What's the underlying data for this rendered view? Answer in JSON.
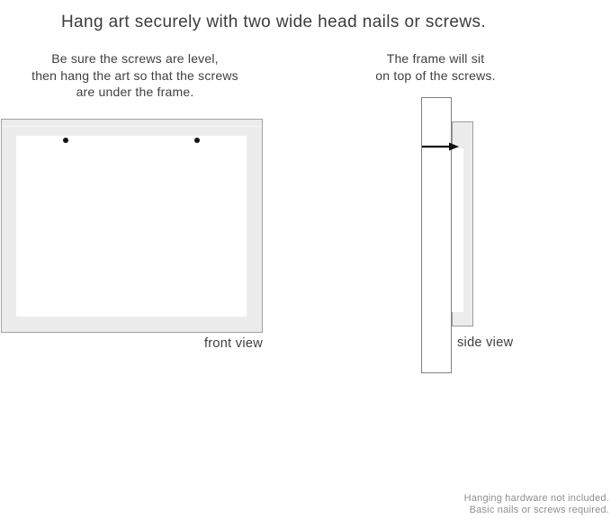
{
  "page": {
    "background": "#ffffff",
    "title": "Hang art securely with two wide head nails or screws."
  },
  "instructions": {
    "left": {
      "lines": [
        "Be sure the screws are level,",
        "then hang the art so that the screws",
        "are under the frame."
      ]
    },
    "right": {
      "lines": [
        "The frame will sit",
        "on top of the screws."
      ]
    }
  },
  "front_view": {
    "label": "front view",
    "nail_count": 2,
    "frame_fill": "#ececec",
    "frame_border": "#a2a2a2",
    "art_fill": "#ffffff",
    "nail_color": "#141414"
  },
  "side_view": {
    "label": "side view",
    "wall_fill": "#ffffff",
    "wall_border": "#7f7f7f",
    "frame_fill": "#ececec",
    "frame_border": "#9b9b9b",
    "nail_color": "#0c0c0c"
  },
  "footer": {
    "lines": [
      "Hanging hardware not included.",
      "Basic nails or screws required."
    ]
  },
  "colors": {
    "text": "#3d3d3d",
    "muted": "#8e8e8e"
  }
}
